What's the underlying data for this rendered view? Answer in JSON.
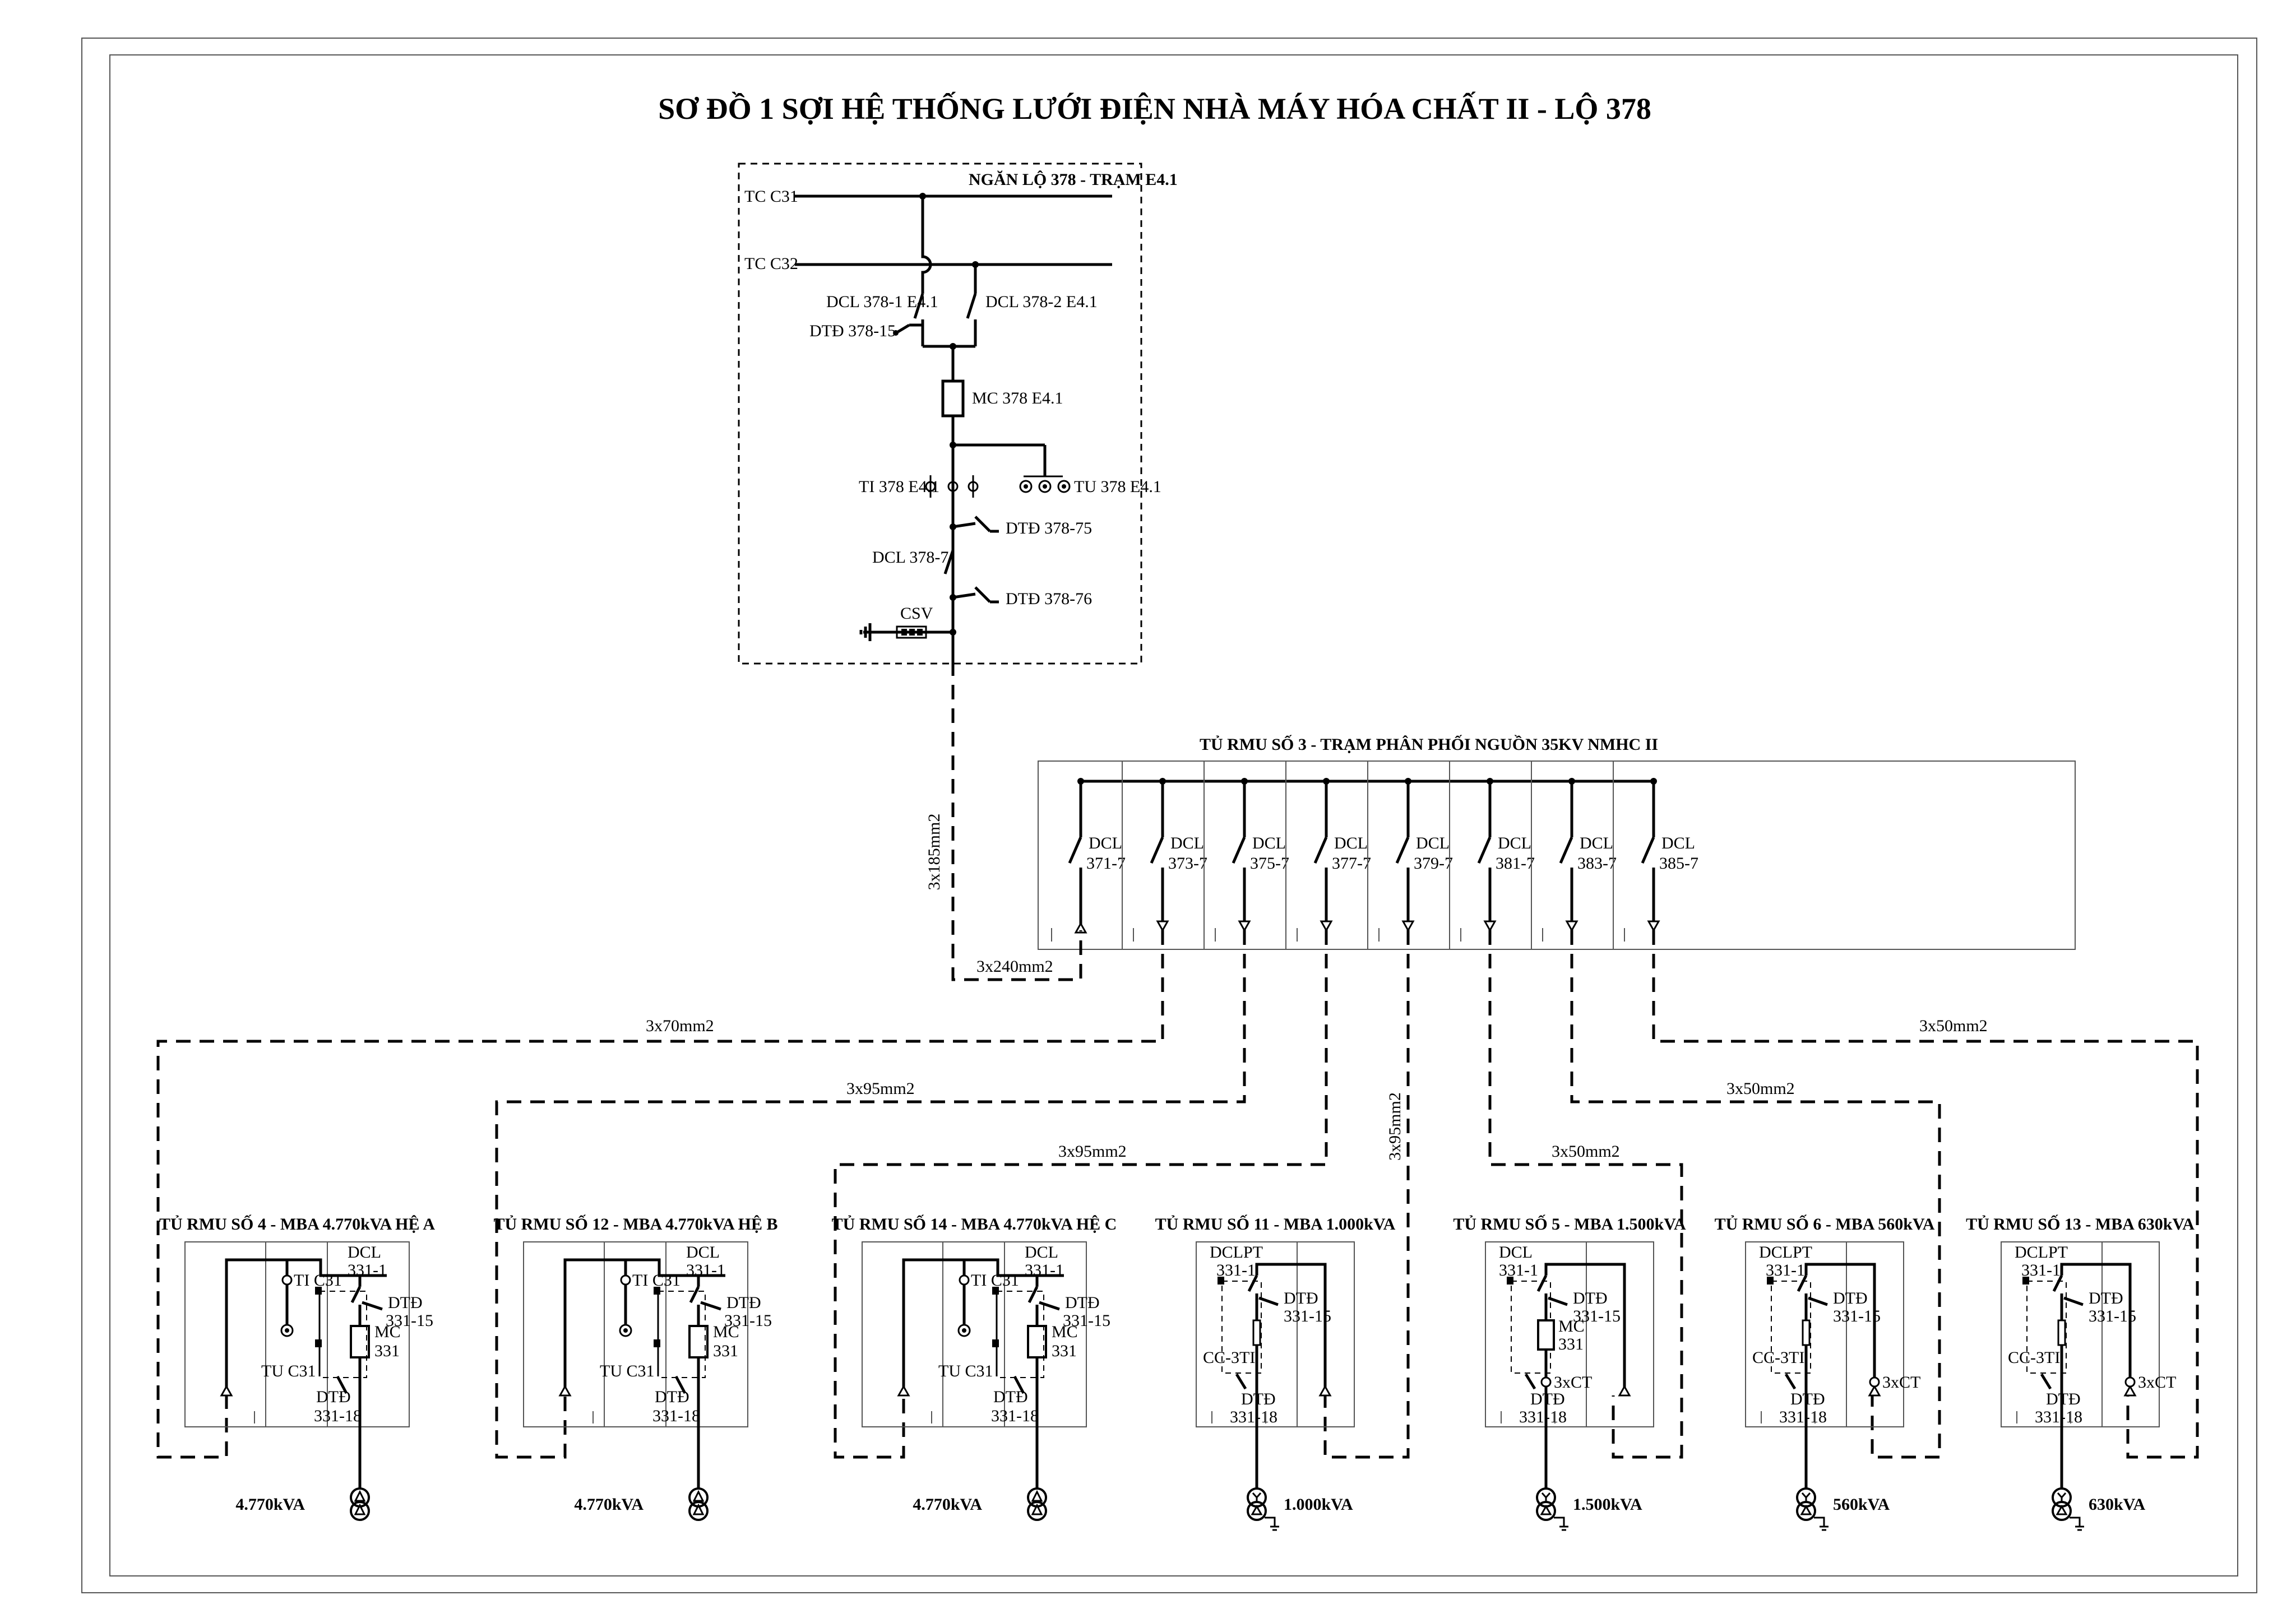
{
  "title": "SƠ ĐỒ 1 SỢI HỆ THỐNG LƯỚI ĐIỆN NHÀ MÁY HÓA CHẤT II - LỘ 378",
  "bay": {
    "title": "NGĂN LỘ 378 - TRẠM E4.1",
    "bus1": "TC C31",
    "bus2": "TC C32",
    "dcl1": "DCL 378-1 E4.1",
    "dcl2": "DCL 378-2 E4.1",
    "dtd15": "DTĐ 378-15",
    "mc": "MC 378 E4.1",
    "ti": "TI 378 E4.1",
    "tu": "TU 378 E4.1",
    "dtd75": "DTĐ 378-75",
    "dcl7": "DCL 378-7",
    "dtd76": "DTĐ 378-76",
    "csv": "CSV"
  },
  "rmu3": {
    "title": "TỦ RMU SỐ  3 - TRẠM PHÂN PHỐI NGUỒN 35KV NMHC II",
    "cells": [
      {
        "name": "DCL",
        "code": "371-7"
      },
      {
        "name": "DCL",
        "code": "373-7"
      },
      {
        "name": "DCL",
        "code": "375-7"
      },
      {
        "name": "DCL",
        "code": "377-7"
      },
      {
        "name": "DCL",
        "code": "379-7"
      },
      {
        "name": "DCL",
        "code": "381-7"
      },
      {
        "name": "DCL",
        "code": "383-7"
      },
      {
        "name": "DCL",
        "code": "385-7"
      }
    ]
  },
  "cables": {
    "c185": "3x185mm2",
    "c240": "3x240mm2",
    "c70": "3x70mm2",
    "c95a": "3x95mm2",
    "c95b": "3x95mm2",
    "c95c": "3x95mm2",
    "c50a": "3x50mm2",
    "c50b": "3x50mm2",
    "c50c": "3x50mm2"
  },
  "rmus": [
    {
      "title": "TỦ RMU SỐ 4 - MBA 4.770kVA HỆ A",
      "kva": "4.770kVA"
    },
    {
      "title": "TỦ RMU SỐ 12 - MBA 4.770kVA HỆ B",
      "kva": "4.770kVA"
    },
    {
      "title": "TỦ RMU SỐ 14 - MBA 4.770kVA HỆ C",
      "kva": "4.770kVA"
    },
    {
      "title": "TỦ RMU SỐ 11  - MBA 1.000kVA",
      "kva": "1.000kVA"
    },
    {
      "title": "TỦ RMU SỐ 5 - MBA 1.500kVA",
      "kva": "1.500kVA"
    },
    {
      "title": "TỦ RMU SỐ 6 - MBA 560kVA",
      "kva": "560kVA"
    },
    {
      "title": "TỦ RMU SỐ 13 - MBA 630kVA",
      "kva": "630kVA"
    }
  ],
  "labels": {
    "ti_c31": "TI C31",
    "tu_c31": "TU C31",
    "dcl": "DCL",
    "dclpt": "DCLPT",
    "c331_1": "331-1",
    "dtd": "DTĐ",
    "c331_15": "331-15",
    "mc": "MC",
    "c331": "331",
    "c331_18": "331-18",
    "cc3ti": "CC-3TI",
    "ct3": "3xCT"
  }
}
